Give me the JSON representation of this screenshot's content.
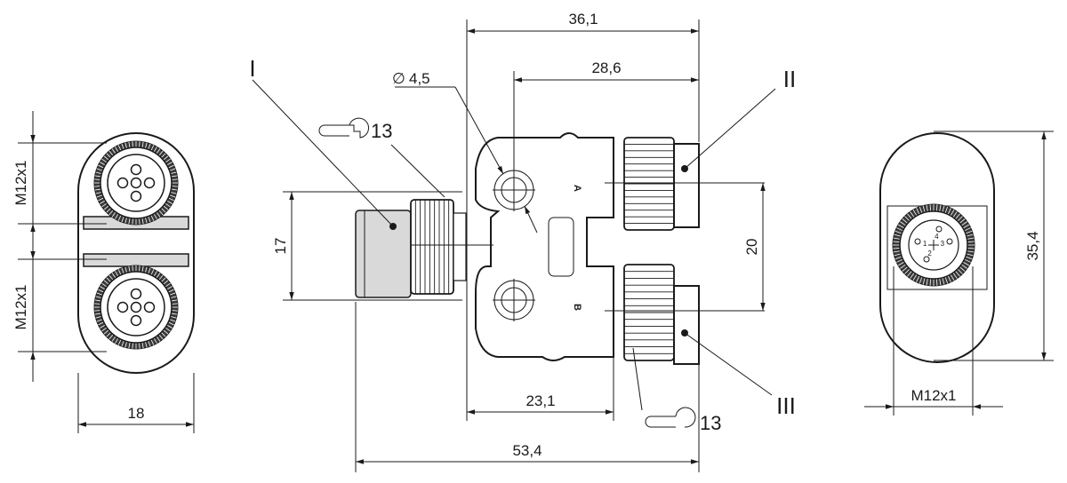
{
  "dimensions": {
    "top_overall": "36,1",
    "top_inner": "28,6",
    "hole_diameter": "4,5",
    "outlet_spacing": "20",
    "body_height": "17",
    "body_width": "23,1",
    "overall_length": "53,4",
    "left_width": "18",
    "left_thread_upper": "M12x1",
    "left_thread_lower": "M12x1",
    "right_height": "35,4",
    "right_thread": "M12x1"
  },
  "labels": {
    "port_in": "I",
    "port_out_1": "II",
    "port_out_2": "III",
    "outlet_a": "A",
    "outlet_b": "B",
    "wrench_upper": "13",
    "wrench_lower": "13",
    "diameter_symbol": "∅"
  },
  "pin_numbers": [
    "1",
    "2",
    "3",
    "4"
  ]
}
